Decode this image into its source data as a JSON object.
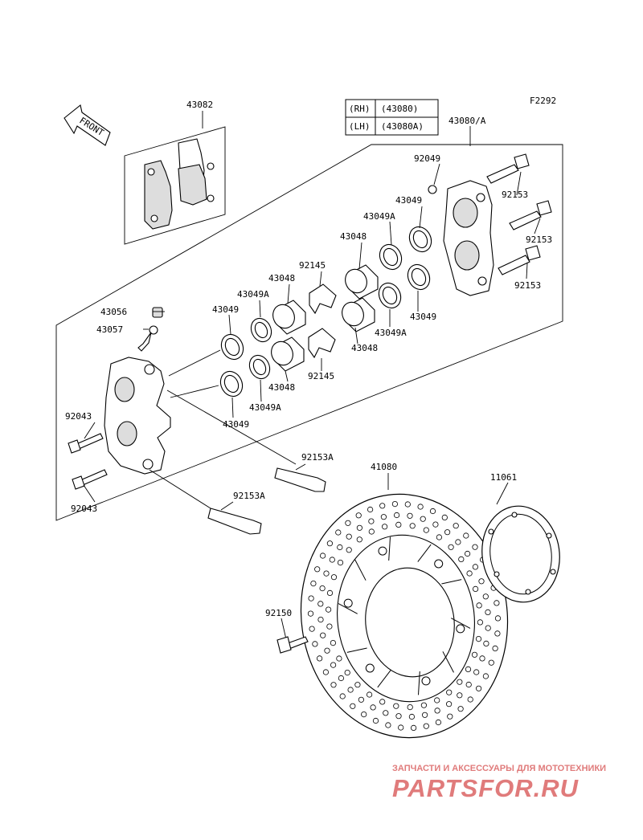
{
  "figure_code": "F2292",
  "front_arrow_label": "FRONT",
  "variant_table": [
    {
      "side": "(RH)",
      "part": "(43080)"
    },
    {
      "side": "(LH)",
      "part": "(43080A)"
    }
  ],
  "labels": {
    "l43082": "43082",
    "l43080a": "43080/A",
    "l92049": "92049",
    "l43049_t1": "43049",
    "l92153_1": "92153",
    "l43049a_t1": "43049A",
    "l92153_2": "92153",
    "l43048_t1": "43048",
    "l92145_t1": "92145",
    "l92153_3": "92153",
    "l43048_t2": "43048",
    "l43049a_t2": "43049A",
    "l43049_t2": "43049",
    "l43056": "43056",
    "l43049_t3": "43049",
    "l43057": "43057",
    "l43049a_t3": "43049A",
    "l43048_t3": "43048",
    "l92145_t2": "92145",
    "l43048_t4": "43048",
    "l43049a_t4": "43049A",
    "l43049_t4": "43049",
    "l92043_1": "92043",
    "l92043_2": "92043",
    "l92153a_1": "92153A",
    "l92153a_2": "92153A",
    "l41080": "41080",
    "l11061": "11061",
    "l92150": "92150"
  },
  "watermark": {
    "subtitle": "ЗАПЧАСТИ И АКСЕССУАРЫ ДЛЯ МОТОТЕХНИКИ",
    "brand": "PARTSFOR.RU",
    "color": "#e07b7b"
  }
}
